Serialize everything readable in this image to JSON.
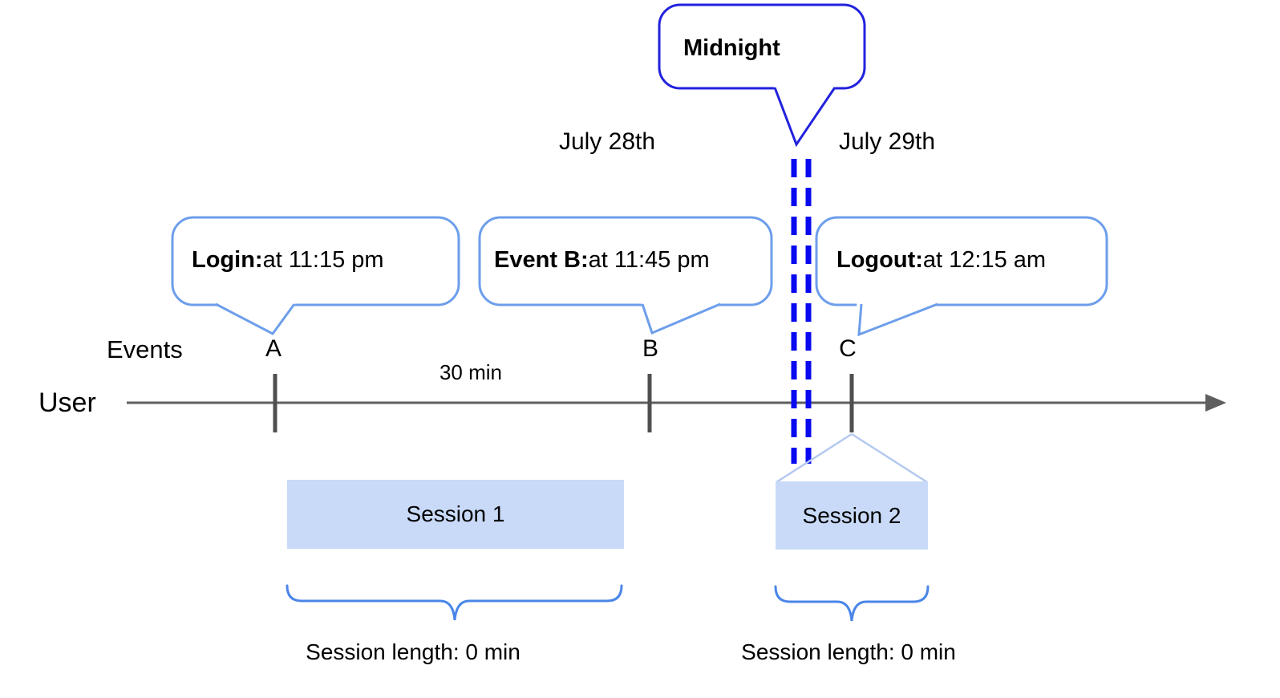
{
  "diagram": {
    "midnight_callout": {
      "label": "Midnight"
    },
    "dates": {
      "left": "July 28th",
      "right": "July 29th"
    },
    "event_bubbles": [
      {
        "label": "Login:",
        "detail": " at 11:15 pm"
      },
      {
        "label": "Event B:",
        "detail": " at 11:45 pm"
      },
      {
        "label": "Logout:",
        "detail": " at 12:15 am"
      }
    ],
    "axis": {
      "events_label": "Events",
      "user_label": "User",
      "interval_label": "30 min",
      "markers": [
        "A",
        "B",
        "C"
      ]
    },
    "sessions": [
      {
        "name": "Session 1",
        "length_label": "Session length: 0 min"
      },
      {
        "name": "Session 2",
        "length_label": "Session length: 0 min"
      }
    ],
    "colors": {
      "midnight_blue": "#2222dd",
      "dash_blue": "#0909f0",
      "bubble_border": "#6d9eeb",
      "brace_blue": "#4a86e8",
      "session_fill": "#c9daf8",
      "connector_light": "#b4c9ef",
      "timeline_gray": "#5f5f5f"
    }
  }
}
